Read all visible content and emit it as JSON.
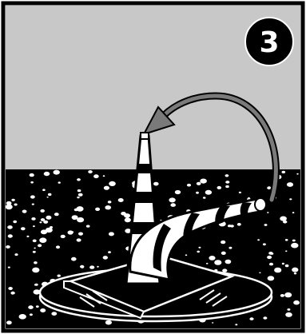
{
  "step_badge": {
    "number": "3"
  },
  "colors": {
    "sky": "#c8c8c8",
    "ground": "#000000",
    "arrow": "#7a7a7a",
    "outline": "#000000",
    "object": "#ffffff"
  },
  "icons": [
    "step-number-badge",
    "curved-arrow-icon",
    "funnel-cone-shape",
    "base-plate"
  ]
}
